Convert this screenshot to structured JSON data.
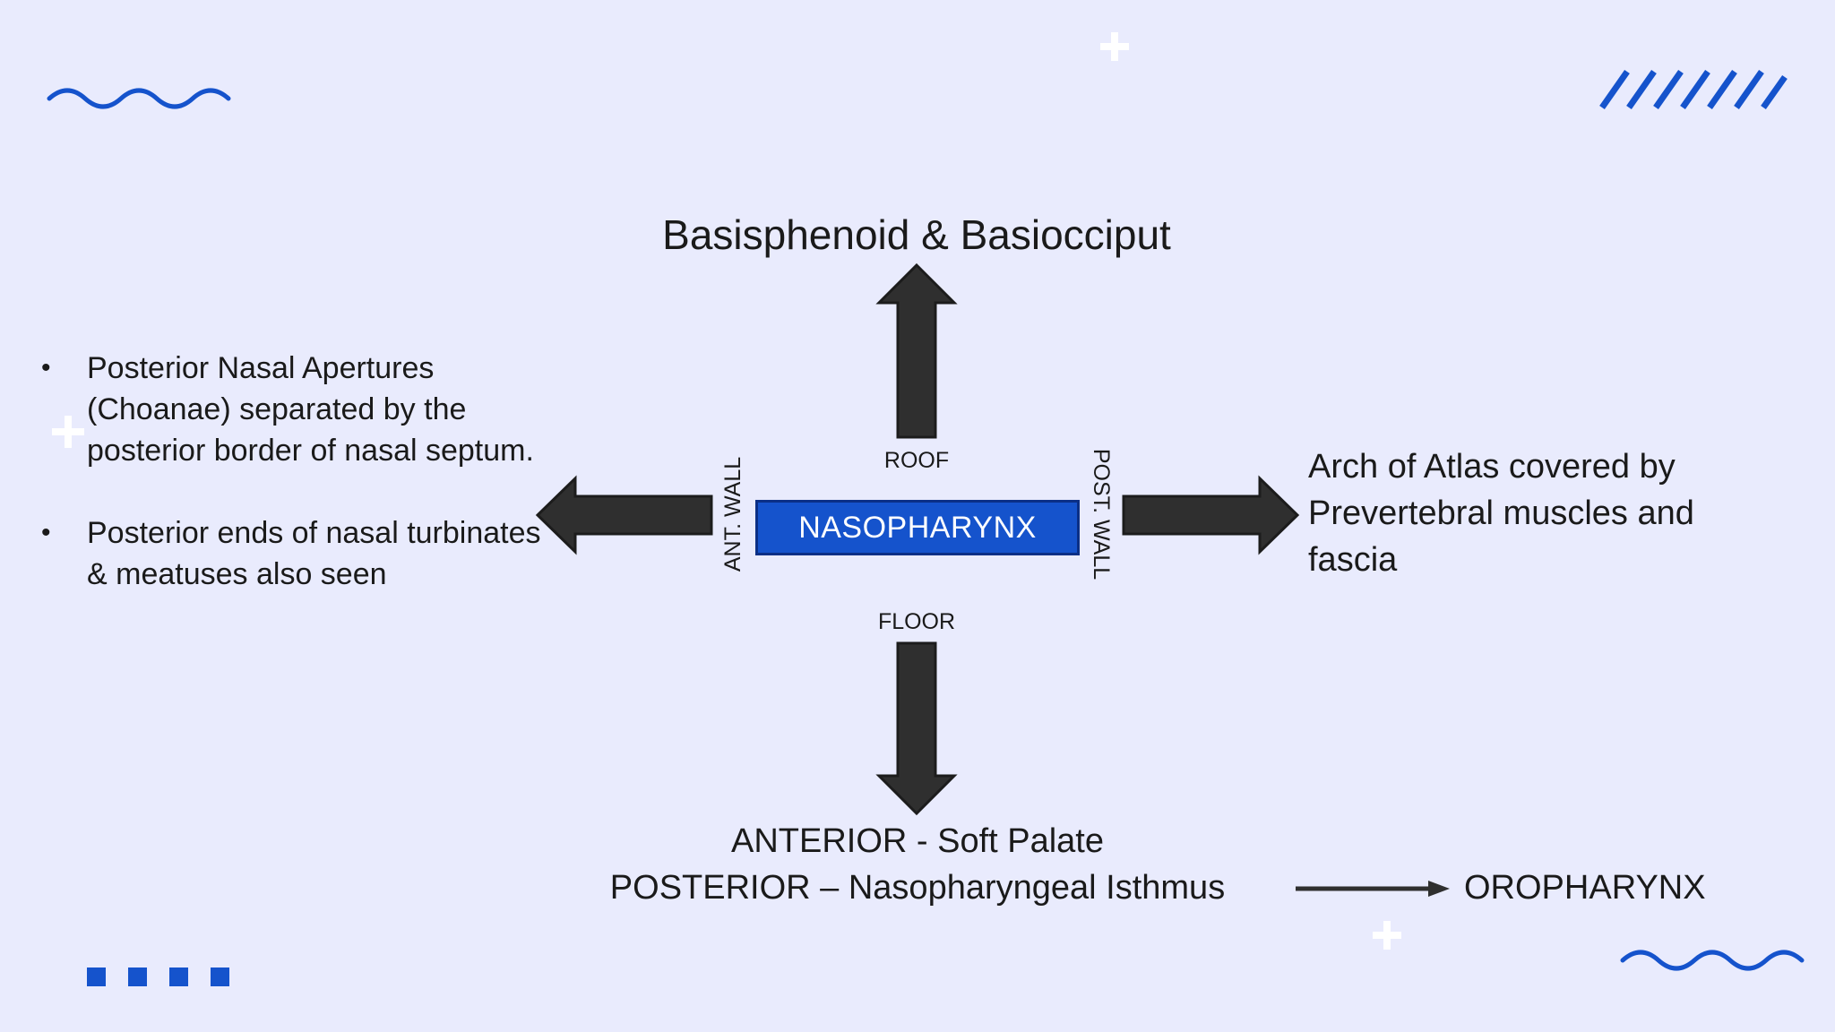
{
  "diagram": {
    "center_label": "NASOPHARYNX",
    "roof_label": "ROOF",
    "floor_label": "FLOOR",
    "anterior_wall_label": "ANT. WALL",
    "posterior_wall_label": "POST. WALL",
    "roof_text": "Basisphenoid & Basiocciput",
    "anterior_wall_points": [
      "Posterior Nasal Apertures (Choanae) separated by the posterior border of nasal septum.",
      "Posterior ends of nasal turbinates & meatuses also seen"
    ],
    "posterior_wall_text": "Arch of Atlas covered by Prevertebral muscles and fascia",
    "floor_lines": [
      "ANTERIOR - Soft Palate",
      "POSTERIOR – Nasopharyngeal Isthmus"
    ],
    "continuation_text": "OROPHARYNX",
    "bullet_glyph": "•"
  },
  "colors": {
    "background": "#e9ebfd",
    "accent_blue": "#1553cc",
    "arrow_fill": "#2f2f2f",
    "decor_white": "#ffffff"
  },
  "icons": {
    "wave": "wave-decoration",
    "stripes": "diagonal-stripes-decoration",
    "plus": "plus-decoration",
    "squares": "square-dots-decoration"
  }
}
